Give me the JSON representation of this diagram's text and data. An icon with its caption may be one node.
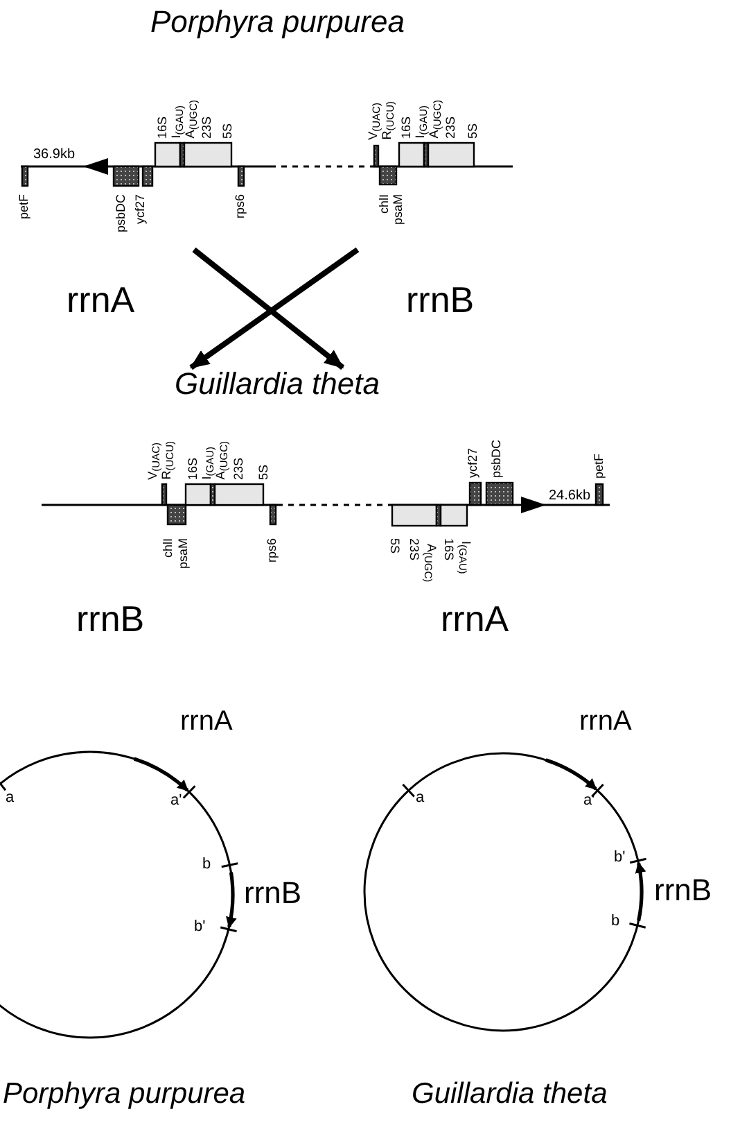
{
  "diagram": {
    "nodes": [
      {
        "text": [
          "rrnA"
        ]
      },
      {
        "text": [
          "rrnB"
        ]
      },
      {
        "text": [
          "Guillardia theta"
        ]
      }
    ],
    "edges": [
      {
        "from": null,
        "to": 2,
        "arrow": "to"
      },
      {
        "from": null,
        "to": 2,
        "arrow": "to"
      }
    ],
    "labels": [
      "Porphyra purpurea",
      "16S",
      "I$_{(GAU)}$",
      "A$_{(UGC)}$",
      "23S",
      "5S",
      "V$_{(UAC)}$",
      "R$_{(UCU)}$",
      "16S",
      "I$_{(GAU)}$",
      "A$_{(UGC)}$",
      "23S",
      "5S",
      "36.9kb",
      "petF",
      "psbDC",
      "ycf27",
      "rps6",
      "chlI",
      "psaM",
      "V$_{(UAC)}$",
      "R$_{(UCU)}$",
      "16S",
      "I$_{(GAU)}$",
      "A$_{(UGC)}$",
      "23S",
      "5S",
      "ycf27",
      "psbDC",
      "petF",
      "24.6kb",
      "chlI",
      "psaM",
      "rps6",
      "5S",
      "23S",
      "A$_{(UGC)}$",
      "16S",
      "I$_{(GAU)}$",
      "rrnB",
      "rrnA",
      "rrnA",
      "a",
      "a'",
      "b",
      "rrnB",
      "b'",
      "rrnA",
      "a",
      "a'",
      "b'",
      "rrnB",
      "b",
      "Porphyra purpurea",
      "Guillardia theta"
    ]
  }
}
